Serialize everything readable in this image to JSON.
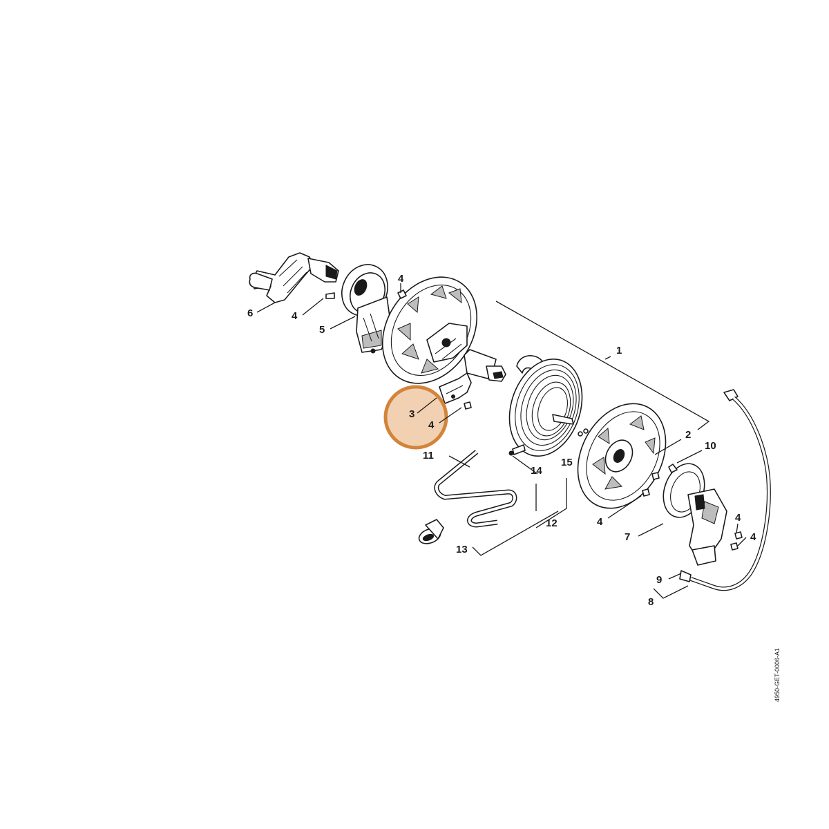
{
  "diagram": {
    "drawing_code": "4950-GET-0006-A1",
    "highlight_color": "#d2843a",
    "highlight_fill": "#f0c9a6",
    "labels": {
      "p1": "1",
      "p2": "2",
      "p3": "3",
      "p4a": "4",
      "p4b": "4",
      "p4c": "4",
      "p4d": "4",
      "p4e": "4",
      "p4f": "4",
      "p5": "5",
      "p6": "6",
      "p7": "7",
      "p8": "8",
      "p9": "9",
      "p10": "10",
      "p11": "11",
      "p12": "12",
      "p13": "13",
      "p14": "14",
      "p15": "15"
    }
  }
}
